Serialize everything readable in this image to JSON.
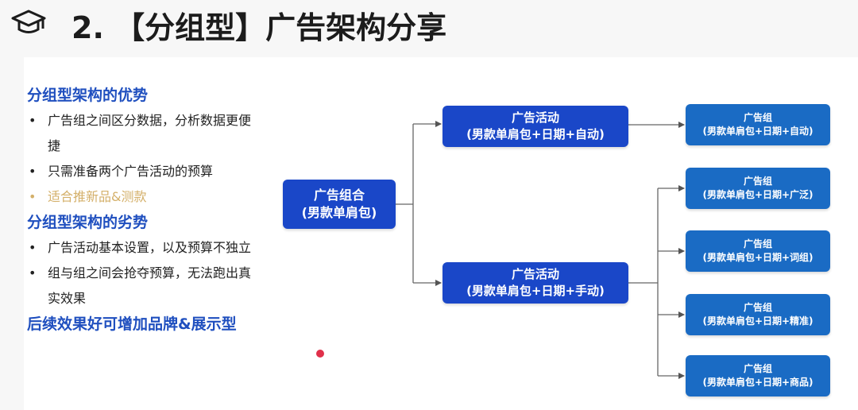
{
  "header": {
    "icon": "graduation-cap-icon",
    "title": "2. 【分组型】广告架构分享"
  },
  "left_panel": {
    "advantages_title": "分组型架构的优势",
    "advantages": [
      "广告组之间区分数据，分析数据更便捷",
      "只需准备两个广告活动的预算",
      "适合推新品&测款"
    ],
    "disadvantages_title": "分组型架构的劣势",
    "disadvantages": [
      "广告活动基本设置，以及预算不独立",
      "组与组之间会抢夺预算，无法跑出真实效果"
    ],
    "footer_note": "后续效果好可增加品牌&展示型"
  },
  "diagram": {
    "root": {
      "line1": "广告组合",
      "line2": "(男款单肩包)"
    },
    "campaigns": [
      {
        "line1": "广告活动",
        "line2": "(男款单肩包+日期+自动)"
      },
      {
        "line1": "广告活动",
        "line2": "(男款单肩包+日期+手动)"
      }
    ],
    "groups": [
      {
        "line1": "广告组",
        "line2": "(男款单肩包+日期+自动)"
      },
      {
        "line1": "广告组",
        "line2": "(男款单肩包+日期+广泛)"
      },
      {
        "line1": "广告组",
        "line2": "(男款单肩包+日期+词组)"
      },
      {
        "line1": "广告组",
        "line2": "(男款单肩包+日期+精准)"
      },
      {
        "line1": "广告组",
        "line2": "(男款单肩包+日期+商品)"
      }
    ]
  },
  "colors": {
    "root_node": "#1a47c8",
    "group_node": "#1a6bc4",
    "section_title": "#1f4fbf",
    "highlight_text": "#d4b06a"
  }
}
